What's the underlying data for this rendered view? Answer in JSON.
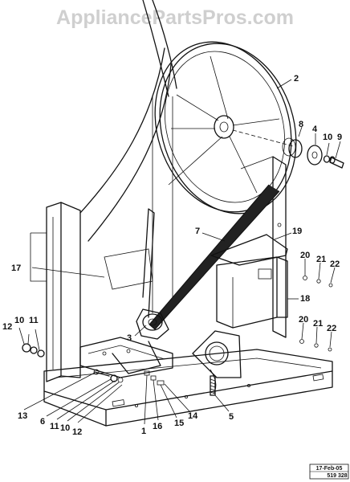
{
  "watermark": "AppliancePartsPros.com",
  "stamp": {
    "date": "17-Feb-05",
    "code": "519 328"
  },
  "callouts": [
    {
      "label": "2"
    },
    {
      "label": "8"
    },
    {
      "label": "4"
    },
    {
      "label": "10"
    },
    {
      "label": "9"
    },
    {
      "label": "7"
    },
    {
      "label": "19"
    },
    {
      "label": "17"
    },
    {
      "label": "20"
    },
    {
      "label": "21"
    },
    {
      "label": "22"
    },
    {
      "label": "18"
    },
    {
      "label": "20"
    },
    {
      "label": "21"
    },
    {
      "label": "22"
    },
    {
      "label": "12"
    },
    {
      "label": "10"
    },
    {
      "label": "11"
    },
    {
      "label": "3"
    },
    {
      "label": "13"
    },
    {
      "label": "6"
    },
    {
      "label": "11"
    },
    {
      "label": "10"
    },
    {
      "label": "12"
    },
    {
      "label": "1"
    },
    {
      "label": "16"
    },
    {
      "label": "15"
    },
    {
      "label": "14"
    },
    {
      "label": "5"
    }
  ]
}
